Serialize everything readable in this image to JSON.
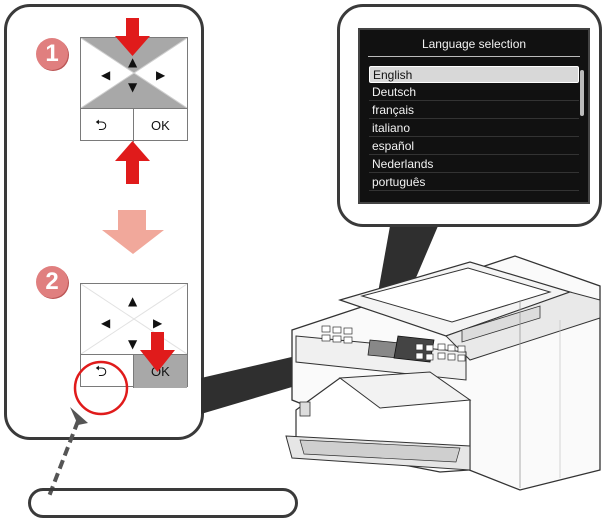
{
  "steps": [
    {
      "number": "1",
      "ok_label": "OK",
      "back_icon": "back-arrow-icon"
    },
    {
      "number": "2",
      "ok_label": "OK",
      "back_icon": "back-arrow-icon"
    }
  ],
  "screen": {
    "title": "Language selection",
    "languages": [
      "English",
      "Deutsch",
      "français",
      "italiano",
      "español",
      "Nederlands",
      "português"
    ],
    "selected_index": 0
  },
  "colors": {
    "accent_red": "#e01b1b",
    "step_badge": "#e07f7f",
    "pad_gray": "#a8a8a8",
    "flow_arrow": "#f1a89b",
    "panel_border": "#3a3a3a"
  }
}
